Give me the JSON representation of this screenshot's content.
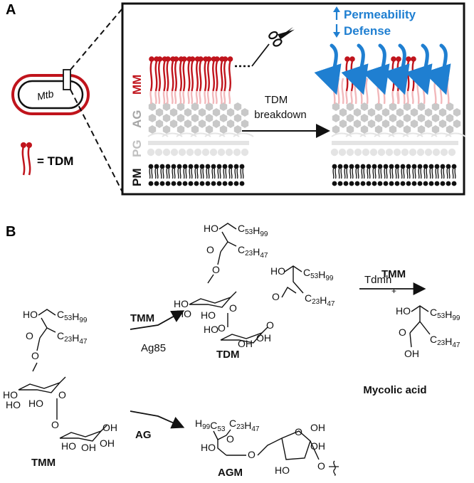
{
  "panel_a": {
    "letter": "A",
    "bacterium_label": "Mtb",
    "tdm_legend": "= TDM",
    "layers": {
      "mm": "MM",
      "ag": "AG",
      "pg": "PG",
      "pm": "PM"
    },
    "arrow_label_line1": "TDM",
    "arrow_label_line2": "breakdown",
    "effects": {
      "permeability": "Permeability",
      "defense": "Defense"
    },
    "colors": {
      "red": "#c0141c",
      "pink": "#f2b8bb",
      "gray": "#c8c8c8",
      "lightgray": "#e4e4e4",
      "black": "#111111",
      "blue": "#1f7fd1"
    }
  },
  "panel_b": {
    "letter": "B",
    "tmm_label": "TMM",
    "tdm_label": "TDM",
    "agm_label": "AGM",
    "mycolic_label": "Mycolic acid",
    "tmm_product": "TMM",
    "plus": "+",
    "reagents": {
      "tmm": "TMM",
      "ag85": "Ag85",
      "ag": "AG",
      "tdmh": "Tdmh"
    },
    "formulas": {
      "c53": "C53H99",
      "c23": "C23H47",
      "c53_rev": "H99C53"
    },
    "groups": {
      "ho": "HO",
      "oh": "OH",
      "o": "O"
    }
  }
}
